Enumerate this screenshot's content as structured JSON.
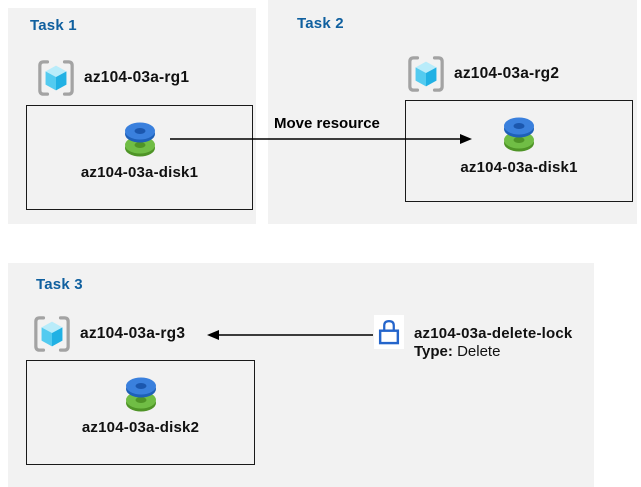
{
  "colors": {
    "panel_bg": "#f2f2f2",
    "title": "#10609f",
    "lock_blue": "#2465cb",
    "disk_blue": "#3a80dd",
    "disk_green": "#70bd45"
  },
  "tasks": [
    {
      "title": "Task 1",
      "resource_group": "az104-03a-rg1",
      "resource": "az104-03a-disk1"
    },
    {
      "title": "Task 2",
      "resource_group": "az104-03a-rg2",
      "resource": "az104-03a-disk1"
    },
    {
      "title": "Task 3",
      "resource_group": "az104-03a-rg3",
      "resource": "az104-03a-disk2"
    }
  ],
  "move_arrow": {
    "label": "Move resource"
  },
  "delete_lock": {
    "name": "az104-03a-delete-lock",
    "type_label": "Type:",
    "type_value": "Delete"
  },
  "icons": {
    "resource_group": "resource-group-cube-icon",
    "disk": "managed-disk-icon",
    "lock": "lock-icon"
  }
}
